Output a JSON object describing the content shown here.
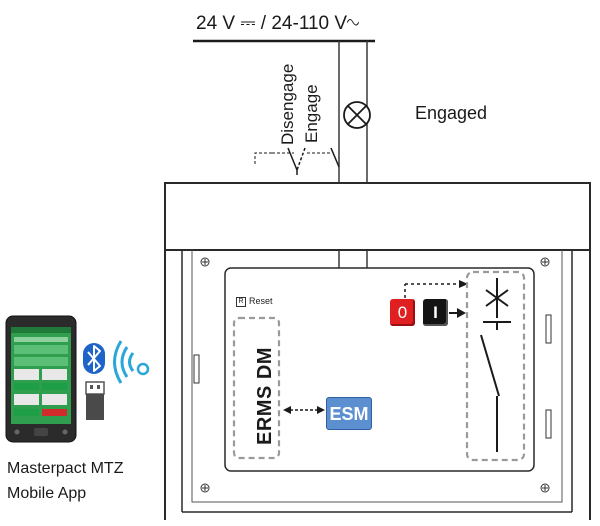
{
  "supply": {
    "label": "24 V ⎓ / 24-110 V∿"
  },
  "switch": {
    "disengage_label": "Disengage",
    "engage_label": "Engage"
  },
  "lamp": {
    "label": "Engaged"
  },
  "panel": {
    "reset_icon": "R",
    "reset_label": "Reset",
    "ermsdm_label": "ERMS DM",
    "esm_label": "ESM",
    "open_button_label": "0",
    "close_button_label": "I"
  },
  "app": {
    "line1": "Masterpact MTZ",
    "line2": "Mobile App",
    "icons": [
      "smartphone-icon",
      "bluetooth-icon",
      "nfc-icon",
      "usb-icon"
    ]
  },
  "colors": {
    "esm_fill": "#5b8fd0",
    "open_button": "#e02020",
    "close_button": "#141414",
    "bluetooth": "#1e64c8",
    "nfc": "#2aa7d9",
    "phone_screen": "#34a853"
  }
}
